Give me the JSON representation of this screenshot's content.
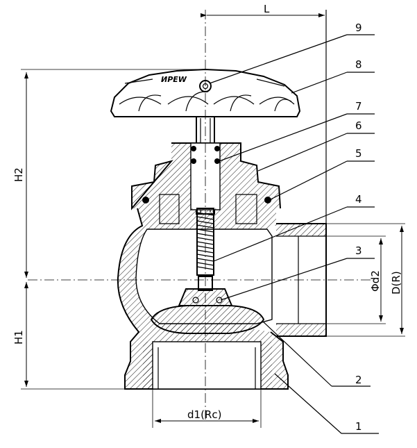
{
  "dimensions": {
    "L": "L",
    "H1": "H1",
    "H2": "H2",
    "d1": "d1(Rc)",
    "d2": "Φd2",
    "D": "D(R)"
  },
  "handwheel_text": "ИРЕW",
  "callouts": [
    {
      "number": "1"
    },
    {
      "number": "2"
    },
    {
      "number": "3"
    },
    {
      "number": "4"
    },
    {
      "number": "5"
    },
    {
      "number": "6"
    },
    {
      "number": "7"
    },
    {
      "number": "8"
    },
    {
      "number": "9"
    }
  ]
}
